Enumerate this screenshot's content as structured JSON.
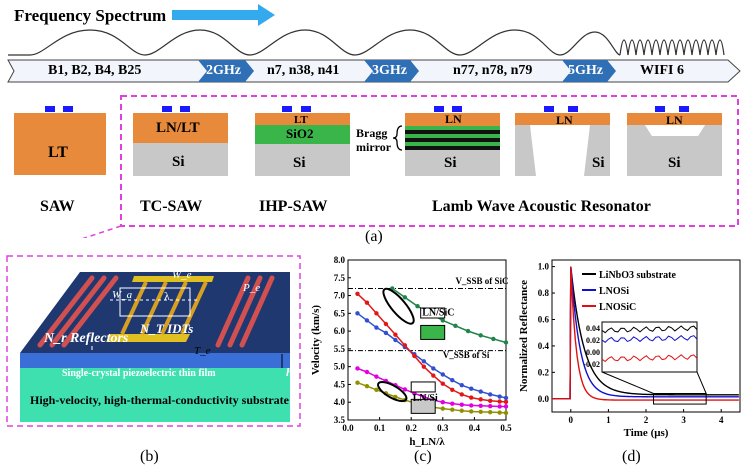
{
  "spectrum": {
    "title": "Frequency Spectrum",
    "bands": [
      "B1, B2, B4, B25",
      "n7, n38, n41",
      "n77, n78, n79",
      "WIFI 6"
    ],
    "markers": [
      "2GHz",
      "3GHz",
      "5GHz"
    ],
    "colors": {
      "marker_bg": "#2f6fb5",
      "band_bg": "#f2f5fb",
      "arrow": "#33aaee"
    }
  },
  "devices": {
    "labels": [
      "SAW",
      "TC-SAW",
      "IHP-SAW",
      "Lamb Wave Acoustic Resonator"
    ],
    "layers": {
      "lt": "LT",
      "ln_lt": "LN/LT",
      "si": "Si",
      "sio2": "SiO2",
      "ln": "LN",
      "bragg": "Bragg mirror"
    },
    "colors": {
      "piezo": "#e88a3b",
      "si": "#c8c8c8",
      "sio2": "#3ab54a",
      "electrode": "#1a1aff",
      "box": "#e040e0"
    }
  },
  "panel_labels": {
    "a": "(a)",
    "b": "(b)",
    "c": "(c)",
    "d": "(d)"
  },
  "device3d": {
    "idt": "N_T IDTs",
    "reflectors": "N_r Reflectors",
    "film": "Single-crystal piezoelectric thin film",
    "substrate": "High-velocity, high-thermal-conductivity substrate",
    "h": "h",
    "dims": {
      "we": "W_e",
      "wa": "W_a",
      "lambda": "λ",
      "pe": "P_e",
      "te": "T_e"
    }
  },
  "chart_data": [
    {
      "type": "line",
      "xlabel": "h_LN/λ",
      "ylabel": "Velocity (km/s)",
      "xlim": [
        0,
        0.5
      ],
      "ylim": [
        3.5,
        8.0
      ],
      "xticks": [
        "0.0",
        "0.1",
        "0.2",
        "0.3",
        "0.4",
        "0.5"
      ],
      "yticks": [
        "3.5",
        "4.0",
        "4.5",
        "5.0",
        "5.5",
        "6.0",
        "6.5",
        "7.0",
        "7.5",
        "8.0"
      ],
      "annotations": [
        "V_SSB of SiC",
        "V_SSB of Si",
        "LN/SiC",
        "LN/Si"
      ],
      "reference_lines": [
        {
          "label": "V_SSB of SiC",
          "y": 7.2
        },
        {
          "label": "V_SSB of Si",
          "y": 5.45
        }
      ],
      "series": [
        {
          "color": "#1e8449",
          "x": [
            0.14,
            0.18,
            0.22,
            0.26,
            0.3,
            0.34,
            0.38,
            0.42,
            0.46,
            0.5
          ],
          "y": [
            7.2,
            6.95,
            6.7,
            6.5,
            6.3,
            6.15,
            6.0,
            5.88,
            5.78,
            5.68
          ]
        },
        {
          "color": "#3050d0",
          "x": [
            0.03,
            0.06,
            0.09,
            0.12,
            0.15,
            0.18,
            0.21,
            0.24,
            0.27,
            0.3,
            0.33,
            0.36,
            0.39,
            0.42,
            0.45,
            0.48,
            0.5
          ],
          "y": [
            6.5,
            6.3,
            6.1,
            5.95,
            5.75,
            5.55,
            5.35,
            5.15,
            4.95,
            4.78,
            4.62,
            4.48,
            4.38,
            4.3,
            4.22,
            4.16,
            4.12
          ]
        },
        {
          "color": "#e01818",
          "x": [
            0.03,
            0.06,
            0.09,
            0.12,
            0.15,
            0.18,
            0.21,
            0.24,
            0.27,
            0.3,
            0.33,
            0.36,
            0.39,
            0.42,
            0.45,
            0.48,
            0.5
          ],
          "y": [
            7.05,
            6.8,
            6.5,
            6.2,
            5.9,
            5.6,
            5.3,
            5.0,
            4.75,
            4.52,
            4.35,
            4.22,
            4.13,
            4.08,
            4.04,
            4.02,
            4.01
          ]
        },
        {
          "color": "#e000e0",
          "x": [
            0.03,
            0.06,
            0.09,
            0.12,
            0.15,
            0.18,
            0.21,
            0.24,
            0.27,
            0.3,
            0.33,
            0.36,
            0.39,
            0.42,
            0.45,
            0.48,
            0.5
          ],
          "y": [
            4.95,
            4.85,
            4.72,
            4.6,
            4.48,
            4.36,
            4.25,
            4.15,
            4.06,
            4.0,
            3.96,
            3.93,
            3.91,
            3.9,
            3.89,
            3.88,
            3.88
          ]
        },
        {
          "color": "#909000",
          "x": [
            0.03,
            0.06,
            0.09,
            0.12,
            0.15,
            0.18,
            0.21,
            0.24,
            0.27,
            0.3,
            0.33,
            0.36,
            0.39,
            0.42,
            0.45,
            0.48,
            0.5
          ],
          "y": [
            4.55,
            4.45,
            4.35,
            4.25,
            4.15,
            4.06,
            3.98,
            3.92,
            3.86,
            3.82,
            3.79,
            3.76,
            3.74,
            3.73,
            3.72,
            3.71,
            3.7
          ]
        }
      ]
    },
    {
      "type": "line",
      "xlabel": "Time (μs)",
      "ylabel": "Normalized Reflectance",
      "xlim": [
        -0.5,
        4.5
      ],
      "ylim": [
        -0.1,
        1.05
      ],
      "xticks": [
        "0",
        "1",
        "2",
        "3",
        "4"
      ],
      "yticks": [
        "0.0",
        "0.2",
        "0.4",
        "0.6",
        "0.8",
        "1.0"
      ],
      "inset_yticks": [
        "0.04",
        "0.02",
        "0.00",
        "-0.02"
      ],
      "series": [
        {
          "name": "LiNbO3 substrate",
          "color": "#000000"
        },
        {
          "name": "LNOSi",
          "color": "#1010d0"
        },
        {
          "name": "LNOSiC",
          "color": "#e01010"
        }
      ]
    }
  ]
}
